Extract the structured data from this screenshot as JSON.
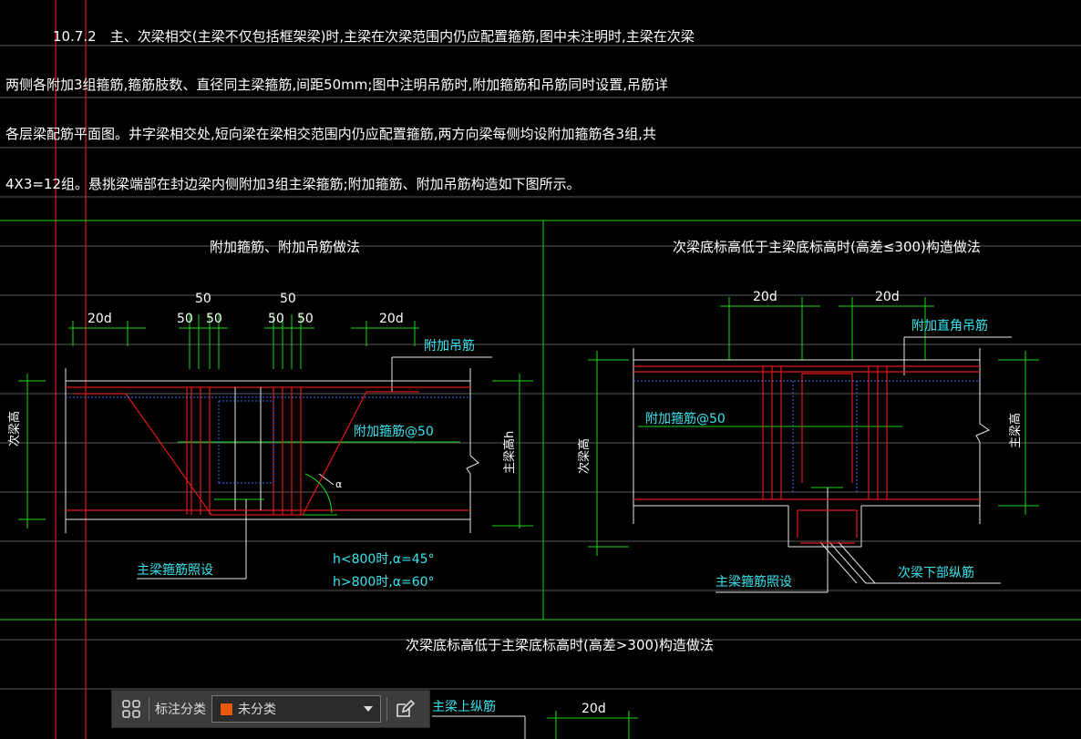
{
  "drawing": {
    "paragraph": {
      "line1": "10.7.2　主、次梁相交(主梁不仅包括框架梁)时,主梁在次梁范围内仍应配置箍筋,图中未注明时,主梁在次梁",
      "line2": "两侧各附加3组箍筋,箍筋肢数、直径同主梁箍筋,间距50mm;图中注明吊筋时,附加箍筋和吊筋同时设置,吊筋详",
      "line3": "各层梁配筋平面图。井字梁相交处,短向梁在梁相交范围内仍应配置箍筋,两方向梁每侧均设附加箍筋各3组,共",
      "line4": "4X3=12组。悬挑梁端部在封边梁内侧附加3组主梁箍筋;附加箍筋、附加吊筋构造如下图所示。"
    },
    "detail_left": {
      "title": "附加箍筋、附加吊筋做法",
      "dim_20d_left": "20d",
      "dim_50_top_a": "50",
      "dim_50_top_b": "50",
      "dim_50_a": "50",
      "dim_50_b": "50",
      "dim_50_c": "50",
      "dim_50_d": "50",
      "dim_20d_right": "20d",
      "label_hanger": "附加吊筋",
      "label_stirrup": "附加箍筋@50",
      "label_secondary_height": "次梁高",
      "label_main_height": "主梁高h",
      "label_alpha": "α",
      "label_main_stirrup": "主梁箍筋照设",
      "note_1": "h<800时,α=45°",
      "note_2": "h>800时,α=60°"
    },
    "detail_right": {
      "title": "次梁底标高低于主梁底标高时(高差≤300)构造做法",
      "dim_20d_a": "20d",
      "dim_20d_b": "20d",
      "label_hook": "附加直角吊筋",
      "label_stirrup": "附加箍筋@50",
      "label_secondary_height": "次梁高",
      "label_main_height": "主梁高",
      "label_main_stirrup": "主梁箍筋照设",
      "label_bottom_bars": "次梁下部纵筋"
    },
    "detail_bottom": {
      "title": "次梁底标高低于主梁底标高时(高差>300)构造做法",
      "label_top_bars": "主梁上纵筋",
      "dim_20d": "20d"
    }
  },
  "toolbar": {
    "label": "标注分类",
    "selected": "未分类",
    "swatch_color": "#e8590c"
  }
}
